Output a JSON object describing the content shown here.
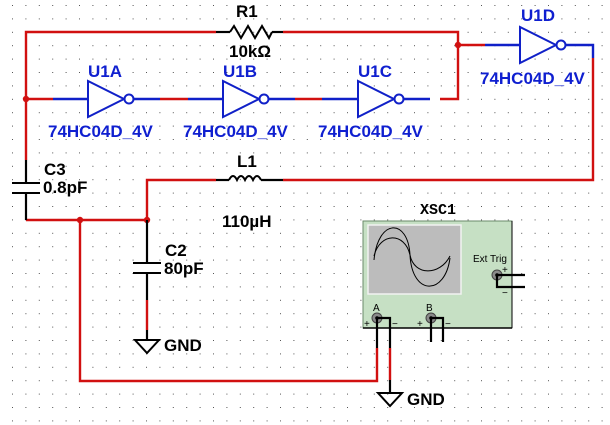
{
  "app": "Circuit schematic editor",
  "colors": {
    "wire": "#d11010",
    "component_pin": "#1020c8",
    "passive": "#000000",
    "label_blue": "#0f1fd0",
    "grid_dot": "#555555",
    "scope_body": "#c6e0c4",
    "scope_screen": "#bcbcbc"
  },
  "components": {
    "r1": {
      "ref": "R1",
      "value": "10kΩ",
      "icon": "resistor-icon"
    },
    "l1": {
      "ref": "L1",
      "value": "110µH",
      "icon": "inductor-icon"
    },
    "c2": {
      "ref": "C2",
      "value": "80pF",
      "icon": "capacitor-icon"
    },
    "c3": {
      "ref": "C3",
      "value": "0.8pF",
      "icon": "capacitor-icon"
    },
    "u1a": {
      "ref": "U1A",
      "part": "74HC04D_4V",
      "icon": "inverter-icon"
    },
    "u1b": {
      "ref": "U1B",
      "part": "74HC04D_4V",
      "icon": "inverter-icon"
    },
    "u1c": {
      "ref": "U1C",
      "part": "74HC04D_4V",
      "icon": "inverter-icon"
    },
    "u1d": {
      "ref": "U1D",
      "part": "74HC04D_4V",
      "icon": "inverter-icon"
    },
    "gnd1": {
      "label": "GND",
      "icon": "ground-icon"
    },
    "gnd2": {
      "label": "GND",
      "icon": "ground-icon"
    }
  },
  "oscilloscope": {
    "ref": "XSC1",
    "channel_a": "A",
    "channel_b": "B",
    "ext_trig": "Ext Trig",
    "plus": "+",
    "minus": "−"
  }
}
